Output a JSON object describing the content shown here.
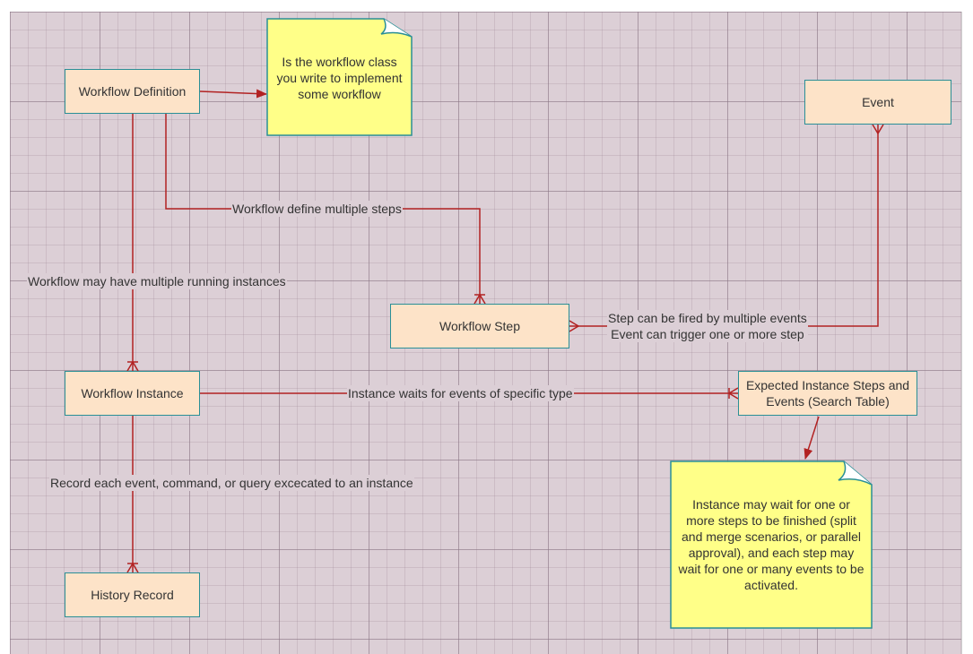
{
  "nodes": {
    "workflow_definition": "Workflow Definition",
    "event": "Event",
    "workflow_step": "Workflow Step",
    "workflow_instance": "Workflow Instance",
    "expected_steps_line1": "Expected Instance Steps and",
    "expected_steps_line2": "Events (Search Table)",
    "history_record": "History Record"
  },
  "notes": {
    "definition_note": [
      "Is the workflow class",
      "you write to implement",
      "some workflow"
    ],
    "instance_note": [
      "Instance may wait for one or",
      "more steps to be finished (split",
      "and merge scenarios, or parallel",
      "approval), and each step may",
      "wait for one or many events to be",
      "activated."
    ]
  },
  "edges": {
    "define_steps": "Workflow define multiple steps",
    "running_instances": "Workflow may have multiple running instances",
    "step_events_line1": "Step can be fired by multiple events",
    "step_events_line2": "Event can trigger one or more step",
    "instance_waits": "Instance waits for events of specific type",
    "record_each": "Record each event, command, or query excecated to an instance"
  },
  "colors": {
    "edge": "#b22222",
    "box_fill": "#fde3c8",
    "box_border": "#2a8f96",
    "note_fill": "#ffff88",
    "canvas_bg": "#dccfd6"
  }
}
